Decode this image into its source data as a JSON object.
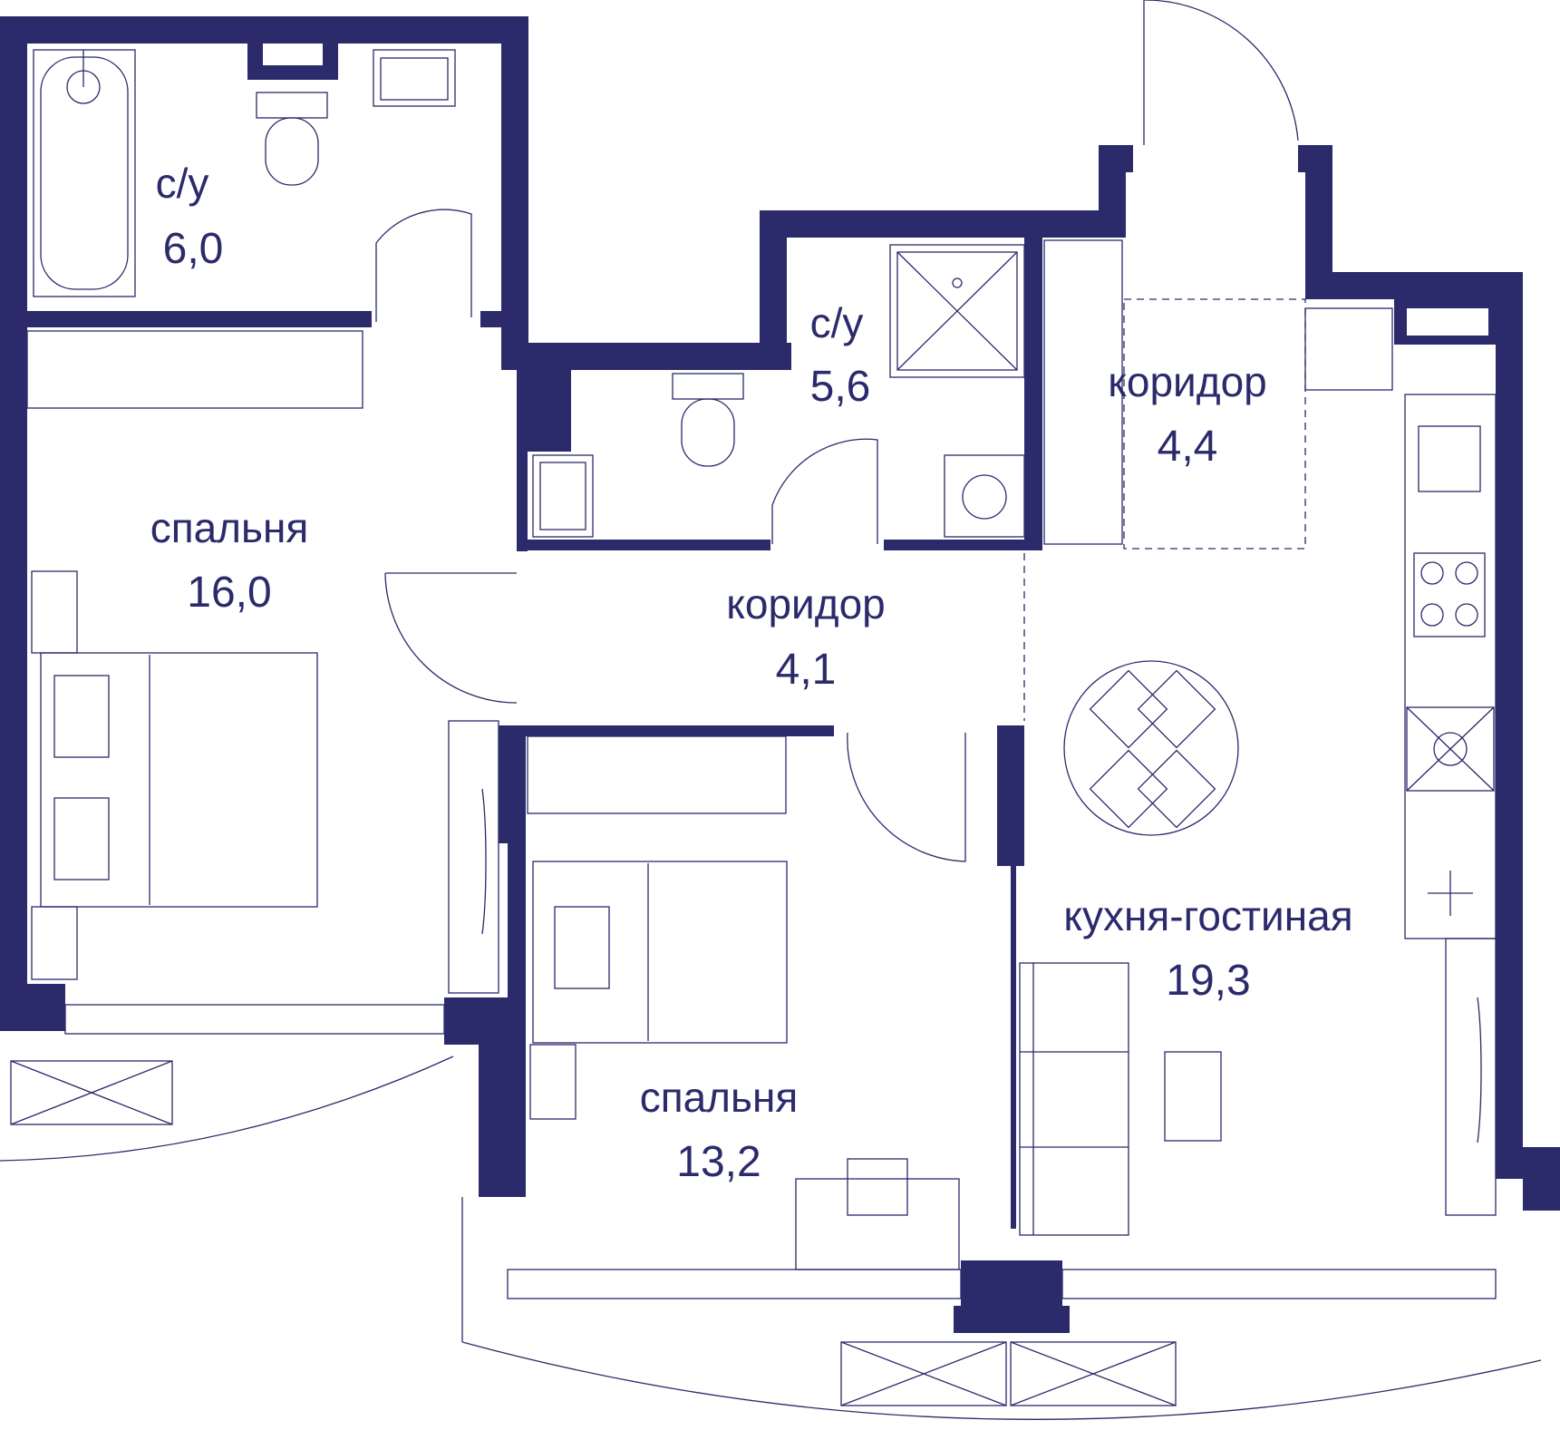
{
  "colors": {
    "wall": "#2b2a6b",
    "background": "#ffffff"
  },
  "rooms": [
    {
      "name": "с/у",
      "area": "6,0"
    },
    {
      "name": "с/у",
      "area": "5,6"
    },
    {
      "name": "коридор",
      "area": "4,4"
    },
    {
      "name": "спальня",
      "area": "16,0"
    },
    {
      "name": "коридор",
      "area": "4,1"
    },
    {
      "name": "кухня-гостиная",
      "area": "19,3"
    },
    {
      "name": "спальня",
      "area": "13,2"
    }
  ]
}
